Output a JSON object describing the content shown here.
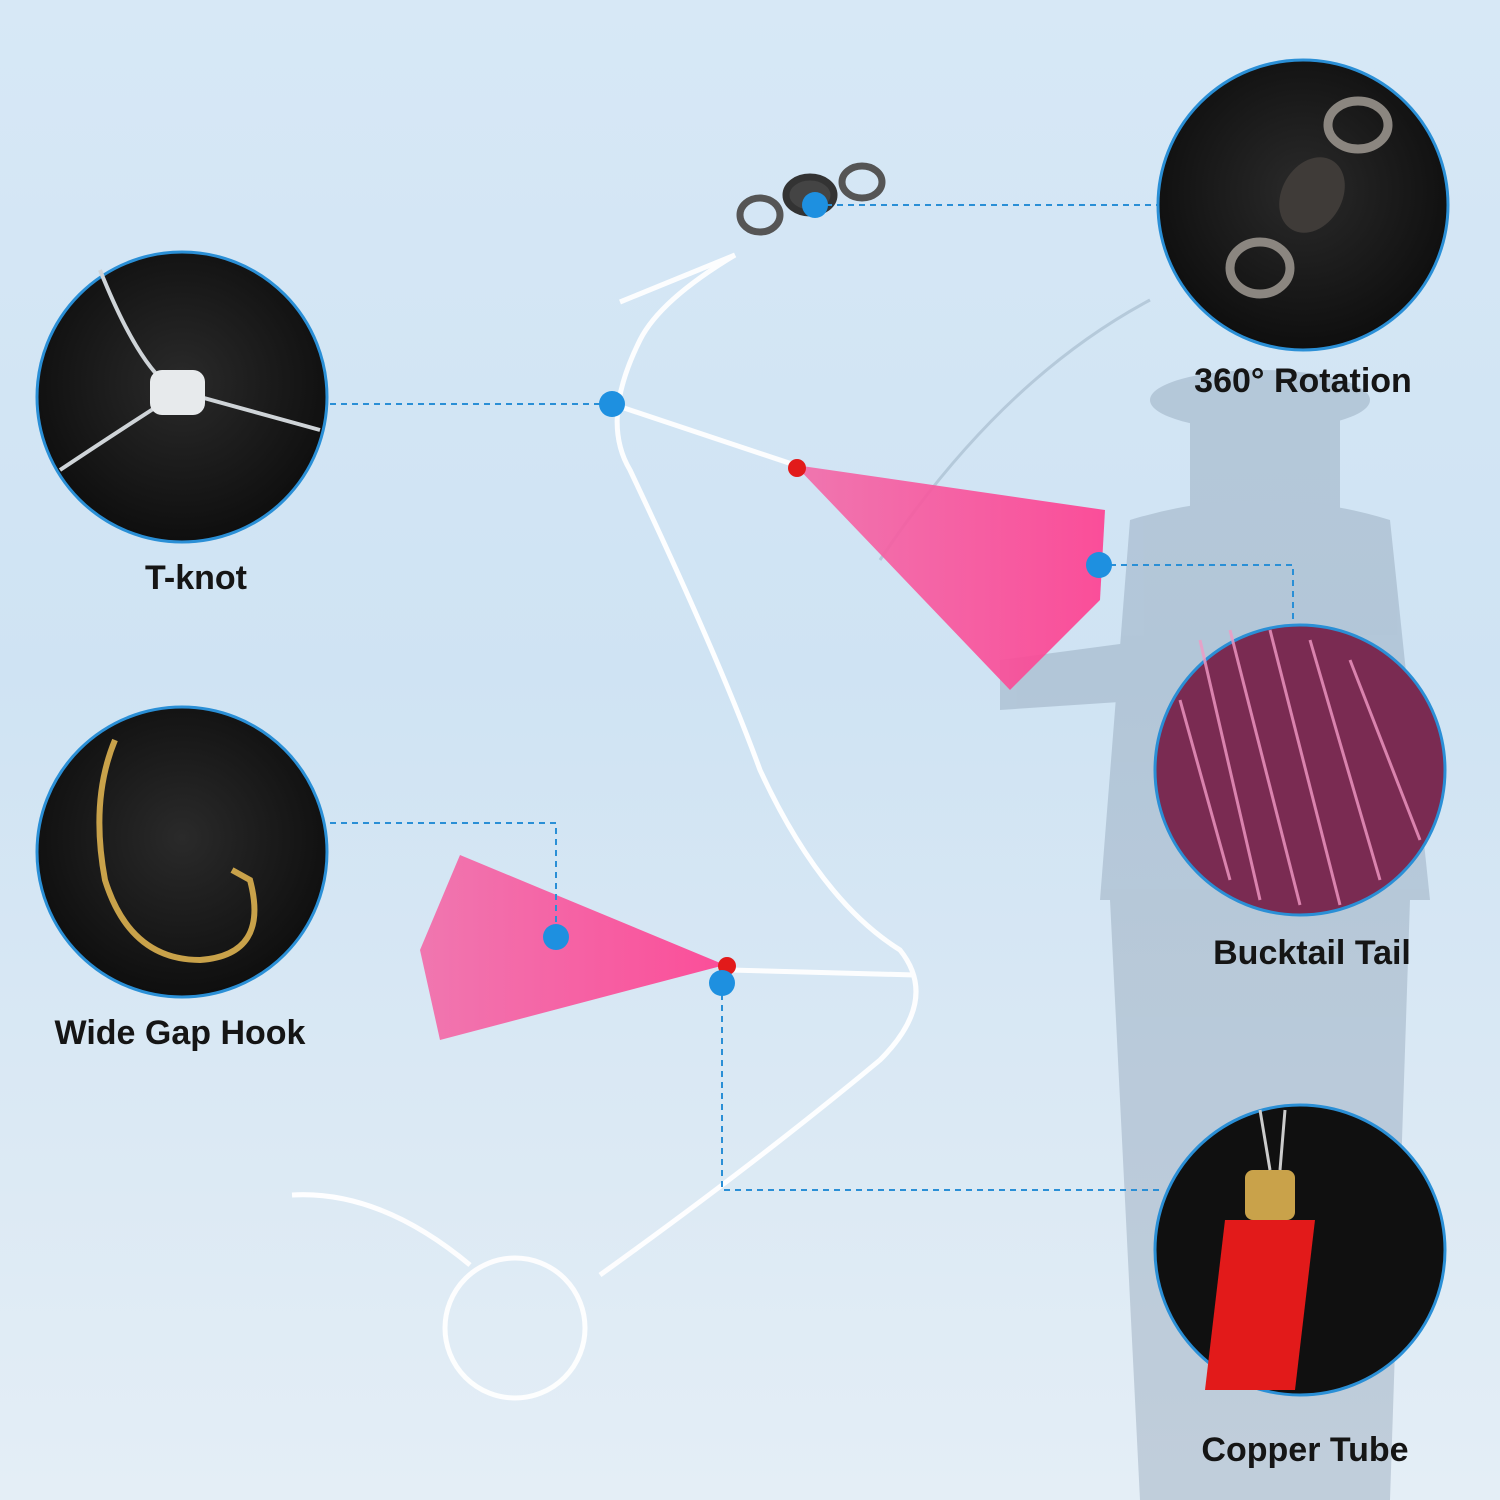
{
  "callouts": [
    {
      "id": "swivel",
      "label": "360° Rotation"
    },
    {
      "id": "t-knot",
      "label": "T-knot"
    },
    {
      "id": "hook",
      "label": "Wide Gap Hook"
    },
    {
      "id": "bucktail",
      "label": "Bucktail Tail"
    },
    {
      "id": "copper-tube",
      "label": "Copper Tube"
    }
  ],
  "colors": {
    "accent": "#1e90e0",
    "circle_border": "#2a8fd6",
    "tail_pink": "#f0559a",
    "thread_red": "#e21a1a",
    "hook_gold": "#c9a24a"
  }
}
